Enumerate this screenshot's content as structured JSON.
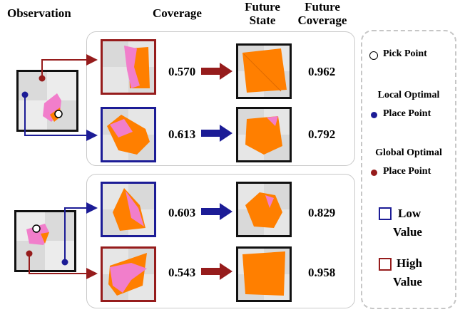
{
  "headers": {
    "observation": "Observation",
    "coverage": "Coverage",
    "future_state_1": "Future",
    "future_state_2": "State",
    "future_coverage_1": "Future",
    "future_coverage_2": "Coverage"
  },
  "rows": [
    {
      "coverage": "0.570",
      "future_coverage": "0.962",
      "value": "high"
    },
    {
      "coverage": "0.613",
      "future_coverage": "0.792",
      "value": "low"
    },
    {
      "coverage": "0.603",
      "future_coverage": "0.829",
      "value": "low"
    },
    {
      "coverage": "0.543",
      "future_coverage": "0.958",
      "value": "high"
    }
  ],
  "legend": {
    "pick_point": "Pick Point",
    "local_1": "Local Optimal",
    "local_2": "Place Point",
    "global_1": "Global Optimal",
    "global_2": "Place Point",
    "low_1": "Low",
    "low_2": "Value",
    "high_1": "High",
    "high_2": "Value"
  },
  "colors": {
    "cloth_front": "#ff7f00",
    "cloth_back": "#f17ecb",
    "local_blue": "#1c1c96",
    "global_red": "#961c1c",
    "frame": "#111111"
  }
}
